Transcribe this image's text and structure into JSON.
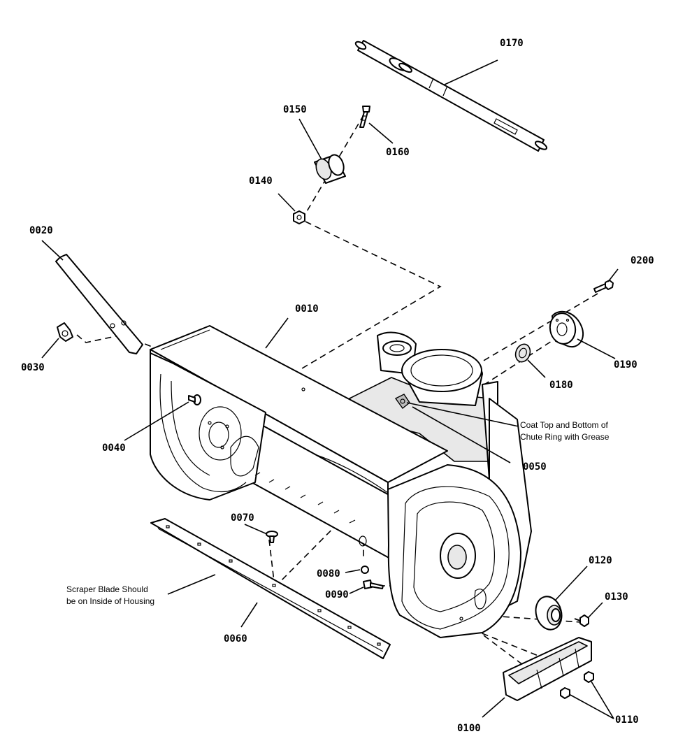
{
  "callouts": {
    "c0010": "0010",
    "c0020": "0020",
    "c0030": "0030",
    "c0040": "0040",
    "c0050": "0050",
    "c0060": "0060",
    "c0070": "0070",
    "c0080": "0080",
    "c0090": "0090",
    "c0100": "0100",
    "c0110": "0110",
    "c0120": "0120",
    "c0130": "0130",
    "c0140": "0140",
    "c0150": "0150",
    "c0160": "0160",
    "c0170": "0170",
    "c0180": "0180",
    "c0190": "0190",
    "c0200": "0200"
  },
  "notes": {
    "chute_line1": "Coat Top and Bottom of",
    "chute_line2": "Chute Ring with Grease",
    "scraper_line1": "Scraper Blade Should",
    "scraper_line2": "be on Inside of Housing"
  }
}
